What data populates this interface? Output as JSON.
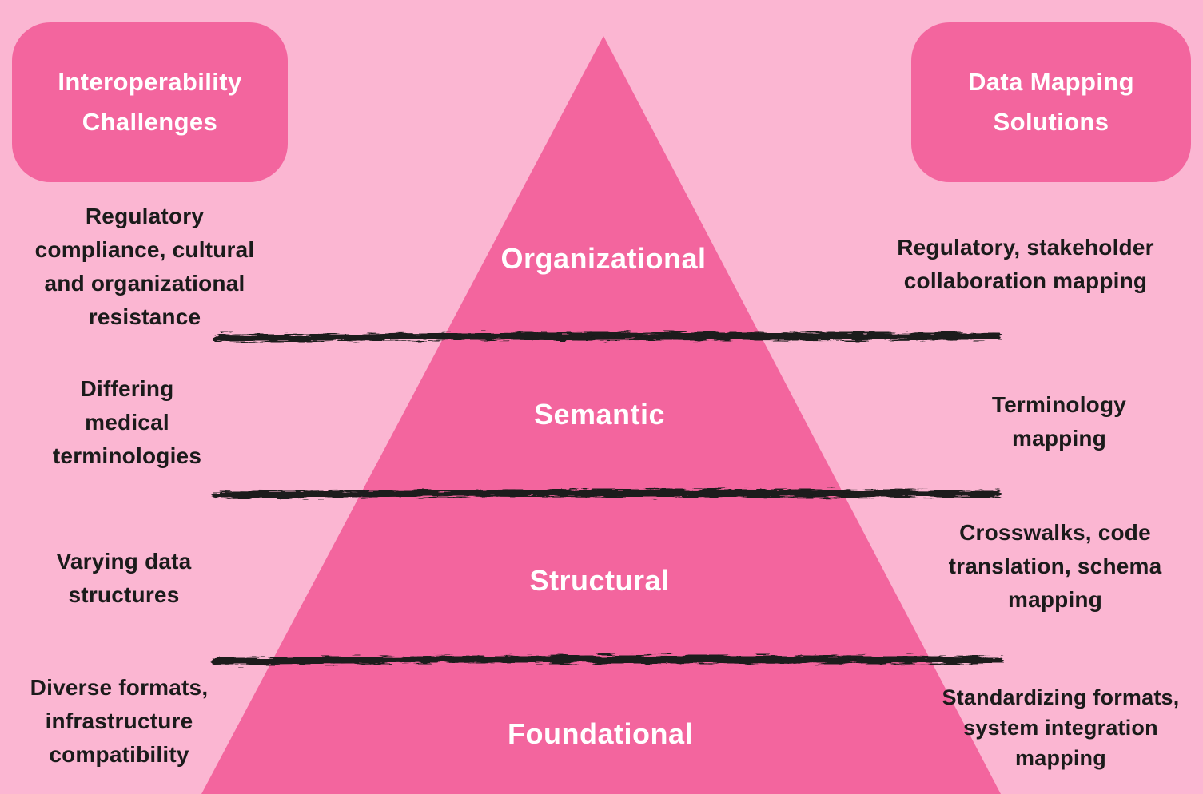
{
  "colors": {
    "background": "#FBB6D2",
    "accent": "#F3659E",
    "ink": "#1B1B1B",
    "light": "#FFFFFF"
  },
  "header": {
    "left_badge": "Interoperability Challenges",
    "right_badge": "Data Mapping Solutions"
  },
  "pyramid": {
    "levels": [
      {
        "label": "Organizational",
        "challenge": "Regulatory\ncompliance, cultural\nand organizational\nresistance",
        "solution": "Regulatory, stakeholder\ncollaboration mapping"
      },
      {
        "label": "Semantic",
        "challenge": "Differing\nmedical\nterminologies",
        "solution": "Terminology\nmapping"
      },
      {
        "label": "Structural",
        "challenge": "Varying data\nstructures",
        "solution": "Crosswalks, code\ntranslation, schema\nmapping"
      },
      {
        "label": "Foundational",
        "challenge": "Diverse formats,\ninfrastructure\ncompatibility",
        "solution": "Standardizing formats,\nsystem integration\nmapping"
      }
    ]
  }
}
